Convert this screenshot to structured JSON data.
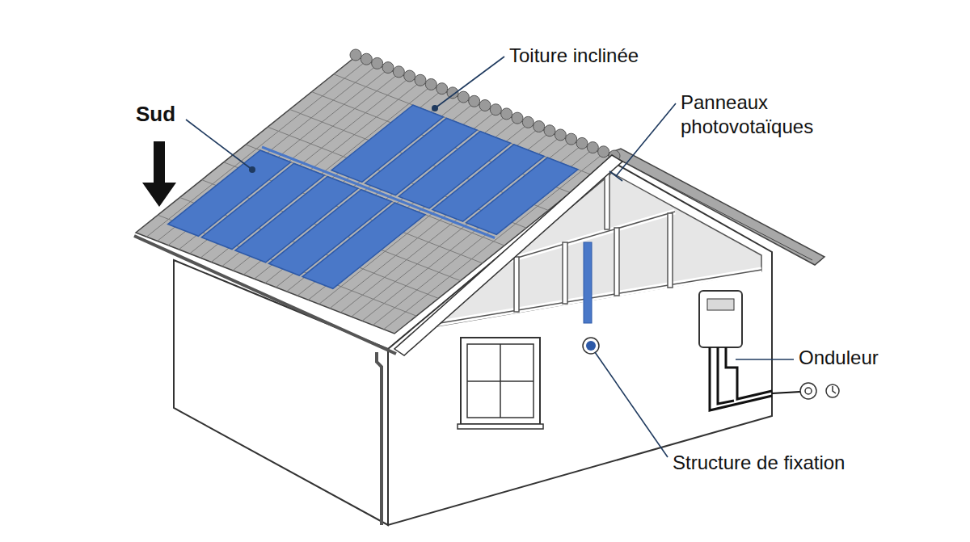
{
  "diagram": {
    "labels": [
      "Sud",
      "Toiture inclinée",
      "Panneaux photovotaïques",
      "Onduleur",
      "Structure de fixation"
    ]
  }
}
